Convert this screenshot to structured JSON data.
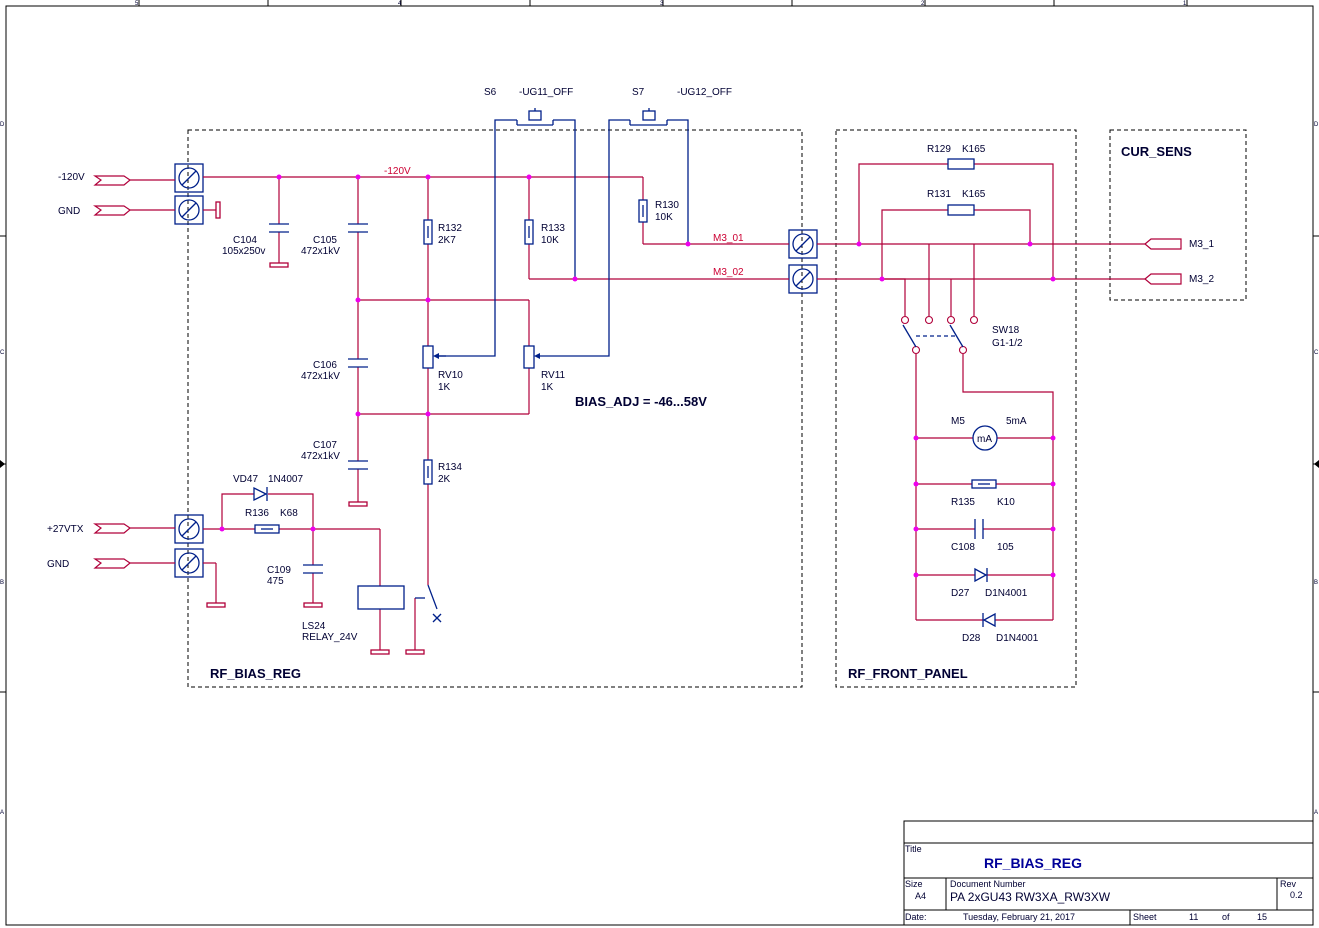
{
  "blocks": {
    "bias": "RF_BIAS_REG",
    "front": "RF_FRONT_PANEL",
    "cur": "CUR_SENS"
  },
  "note": "BIAS_ADJ = -46...58V",
  "ports": {
    "p120": "-120V",
    "gnd1": "GND",
    "p27": "+27VTX",
    "gnd2": "GND",
    "m31": "M3_1",
    "m32": "M3_2"
  },
  "nets": {
    "n120": "-120V",
    "m301": "M3_01",
    "m302": "M3_02"
  },
  "switches": {
    "s6_ref": "S6",
    "s6_val": "-UG11_OFF",
    "s7_ref": "S7",
    "s7_val": "-UG12_OFF",
    "sw18_ref": "SW18",
    "sw18_val": "G1-1/2"
  },
  "components": {
    "c104_ref": "C104",
    "c104_val": "105x250v",
    "c105_ref": "C105",
    "c105_val": "472x1kV",
    "c106_ref": "C106",
    "c106_val": "472x1kV",
    "c107_ref": "C107",
    "c107_val": "472x1kV",
    "r132_ref": "R132",
    "r132_val": "2K7",
    "r133_ref": "R133",
    "r133_val": "10K",
    "r130_ref": "R130",
    "r130_val": "10K",
    "r134_ref": "R134",
    "r134_val": "2K",
    "rv10_ref": "RV10",
    "rv10_val": "1K",
    "rv11_ref": "RV11",
    "rv11_val": "1K",
    "vd47_ref": "VD47",
    "vd47_val": "1N4007",
    "r136_ref": "R136",
    "r136_val": "K68",
    "c109_ref": "C109",
    "c109_val": "475",
    "ls24_ref": "LS24",
    "ls24_val": "RELAY_24V",
    "r129_ref": "R129",
    "r129_val": "K165",
    "r131_ref": "R131",
    "r131_val": "K165",
    "m5_ref": "M5",
    "m5_val": "5mA",
    "m5_sym": "mA",
    "r135_ref": "R135",
    "r135_val": "K10",
    "c108_ref": "C108",
    "c108_val": "105",
    "d27_ref": "D27",
    "d27_val": "D1N4001",
    "d28_ref": "D28",
    "d28_val": "D1N4001"
  },
  "titleblock": {
    "title_label": "Title",
    "title": "RF_BIAS_REG",
    "size_label": "Size",
    "size": "A4",
    "docnum_label": "Document  Number",
    "docnum": "PA 2xGU43 RW3XA_RW3XW",
    "rev_label": "Rev",
    "rev": "0.2",
    "date_label": "Date:",
    "date": "Tuesday, February 21, 2017",
    "sheet_label": "Sheet",
    "sheet": "11",
    "of_label": "of",
    "sheets": "15"
  },
  "border_marks": {
    "cols": [
      "5",
      "4",
      "3",
      "2",
      "1"
    ],
    "rows": [
      "D",
      "C",
      "B",
      "A"
    ]
  }
}
